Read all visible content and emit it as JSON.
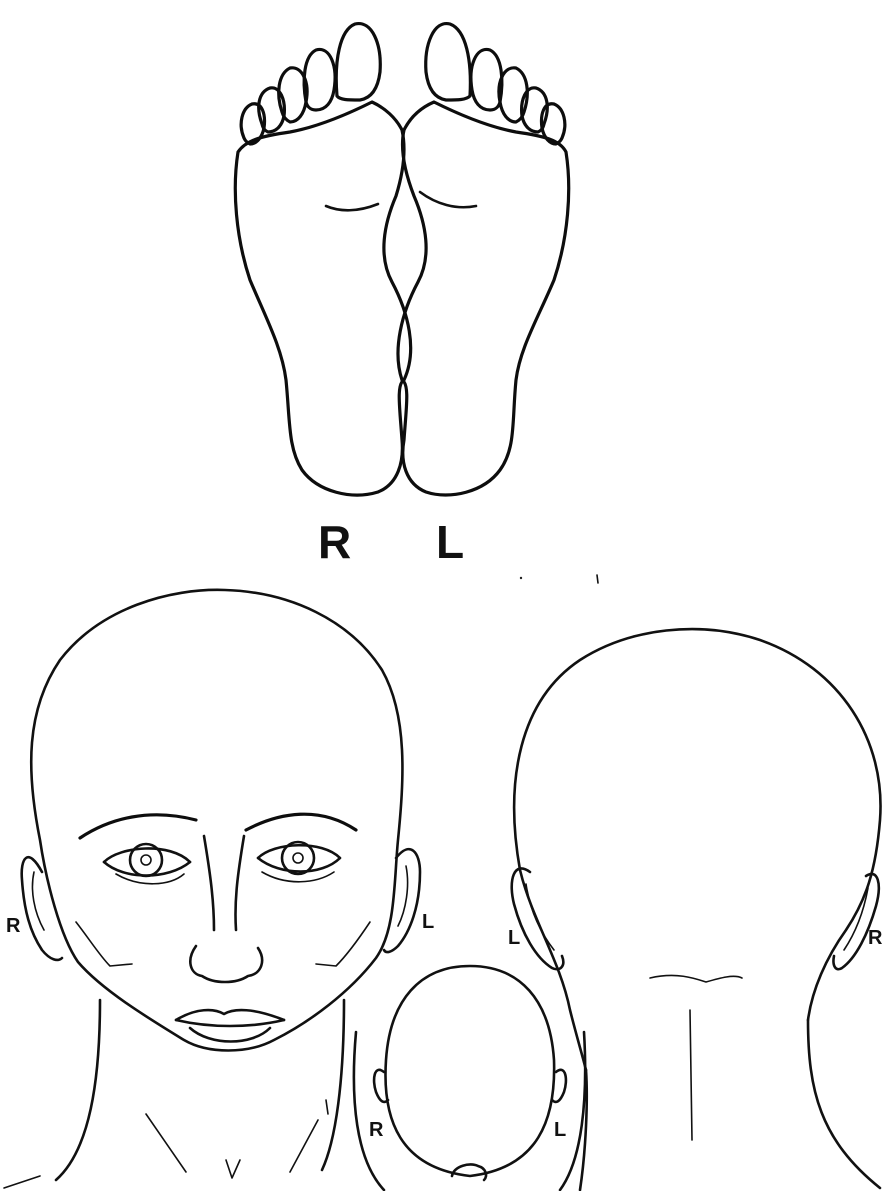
{
  "feet": {
    "right_label": "R",
    "left_label": "L"
  },
  "front_head": {
    "right_label": "R",
    "left_label": "L"
  },
  "top_head": {
    "right_label": "R",
    "left_label": "L"
  },
  "back_head": {
    "left_label": "L",
    "right_label": "R"
  },
  "colors": {
    "ink": "#111111",
    "paper": "#ffffff"
  }
}
